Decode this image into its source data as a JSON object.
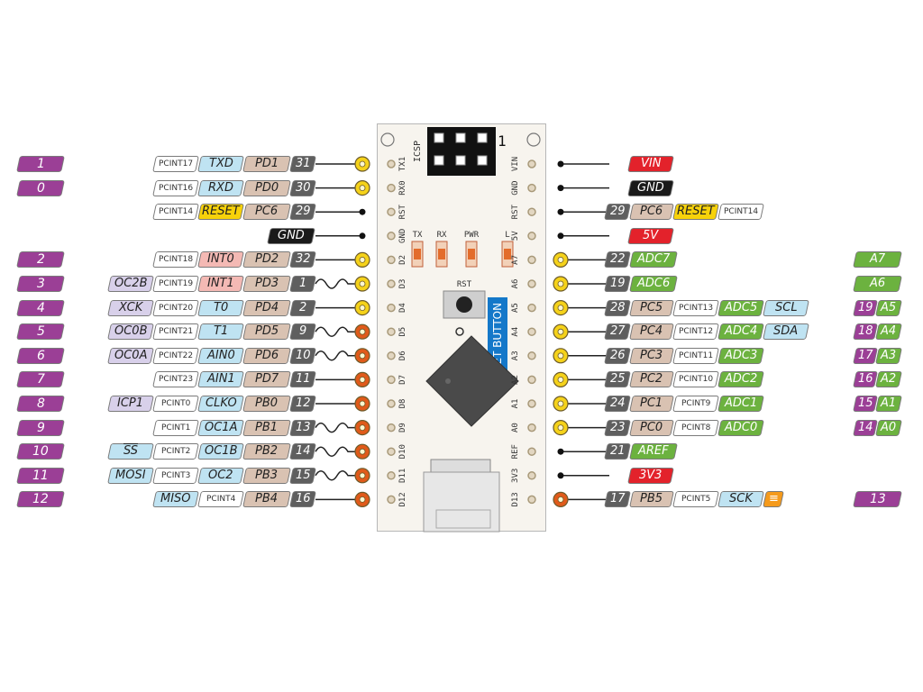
{
  "icsp": {
    "label": "ICSP",
    "pin1": "1"
  },
  "board": {
    "led_labels": [
      "TX",
      "RX",
      "PWR",
      "L"
    ],
    "rst_label": "RST",
    "reset_button_label": "RESET BUTTON",
    "left_pin_labels": [
      "TX1",
      "RX0",
      "RST",
      "GND",
      "D2",
      "D3",
      "D4",
      "D5",
      "D6",
      "D7",
      "D8",
      "D9",
      "D10",
      "D11",
      "D12"
    ],
    "right_pin_labels": [
      "VIN",
      "GND",
      "RST",
      "5V",
      "A7",
      "A6",
      "A5",
      "A4",
      "A3",
      "A2",
      "A1",
      "A0",
      "REF",
      "3V3",
      "D13"
    ]
  },
  "colors": {
    "purple": "#9b3f96",
    "pcint_bg": "#ffffff",
    "blue": "#bfe3f2",
    "pink": "#f4b9b4",
    "tan": "#d9c2b2",
    "gray": "#5f5f5f",
    "yellow": "#f7d20a",
    "red": "#e3222b",
    "black": "#1a1a1a",
    "green": "#6cb23f",
    "lavender": "#d8d0ea",
    "orange": "#f59a1b",
    "pin_yellow": "#f5d21a",
    "pin_orange": "#e05a1a",
    "trace": "#222222"
  },
  "left_rows": [
    {
      "digital": "1",
      "pcint": "PCINT17",
      "func": [
        "TXD"
      ],
      "port": "PD1",
      "phys": "31",
      "pin": "yellow",
      "pwm": false
    },
    {
      "digital": "0",
      "pcint": "PCINT16",
      "func": [
        "RXD"
      ],
      "port": "PD0",
      "phys": "30",
      "pin": "yellow",
      "pwm": false
    },
    {
      "digital": "",
      "pcint": "PCINT14",
      "func": [
        "RESET"
      ],
      "port": "PC6",
      "phys": "29",
      "pin": "dot",
      "pwm": false
    },
    {
      "digital": "",
      "pcint": "",
      "func": [],
      "port": "",
      "phys": "",
      "power": "GND",
      "pin": "dot",
      "pwm": false
    },
    {
      "digital": "2",
      "pcint": "PCINT18",
      "func": [
        "INT0"
      ],
      "port": "PD2",
      "phys": "32",
      "pin": "yellow",
      "pwm": false
    },
    {
      "digital": "3",
      "pcint": "PCINT19",
      "func": [
        "OC2B",
        "INT1"
      ],
      "port": "PD3",
      "phys": "1",
      "pin": "yellow",
      "pwm": true
    },
    {
      "digital": "4",
      "pcint": "PCINT20",
      "func": [
        "XCK",
        "T0"
      ],
      "port": "PD4",
      "phys": "2",
      "pin": "yellow",
      "pwm": false
    },
    {
      "digital": "5",
      "pcint": "PCINT21",
      "func": [
        "OC0B",
        "T1"
      ],
      "port": "PD5",
      "phys": "9",
      "pin": "orange",
      "pwm": true
    },
    {
      "digital": "6",
      "pcint": "PCINT22",
      "func": [
        "OC0A",
        "AIN0"
      ],
      "port": "PD6",
      "phys": "10",
      "pin": "orange",
      "pwm": true
    },
    {
      "digital": "7",
      "pcint": "PCINT23",
      "func": [
        "AIN1"
      ],
      "port": "PD7",
      "phys": "11",
      "pin": "orange",
      "pwm": false
    },
    {
      "digital": "8",
      "pcint": "PCINT0",
      "func": [
        "ICP1",
        "CLKO"
      ],
      "port": "PB0",
      "phys": "12",
      "pin": "orange",
      "pwm": false
    },
    {
      "digital": "9",
      "pcint": "PCINT1",
      "func": [
        "OC1A"
      ],
      "port": "PB1",
      "phys": "13",
      "pin": "orange",
      "pwm": true
    },
    {
      "digital": "10",
      "pcint": "PCINT2",
      "func": [
        "SS",
        "OC1B"
      ],
      "port": "PB2",
      "phys": "14",
      "pin": "orange",
      "pwm": true
    },
    {
      "digital": "11",
      "pcint": "PCINT3",
      "func": [
        "MOSI",
        "OC2"
      ],
      "port": "PB3",
      "phys": "15",
      "pin": "orange",
      "pwm": true
    },
    {
      "digital": "12",
      "pcint": "PCINT4",
      "func": [
        "MISO"
      ],
      "port": "PB4",
      "phys": "16",
      "pin": "orange",
      "pwm": false
    }
  ],
  "right_rows": [
    {
      "power": "VIN",
      "powercolor": "red",
      "pin": "dot"
    },
    {
      "power": "GND",
      "powercolor": "black",
      "pin": "dot"
    },
    {
      "phys": "29",
      "port": "PC6",
      "func": [
        "RESET"
      ],
      "pcint": "PCINT14",
      "pin": "dot"
    },
    {
      "power": "5V",
      "powercolor": "red",
      "pin": "dot"
    },
    {
      "phys": "22",
      "adc": "ADC7",
      "analog": "A7",
      "pin": "yellow"
    },
    {
      "phys": "19",
      "adc": "ADC6",
      "analog": "A6",
      "pin": "yellow"
    },
    {
      "phys": "28",
      "port": "PC5",
      "pcint": "PCINT13",
      "adc": "ADC5",
      "extra": "SCL",
      "digital": "19",
      "analog": "A5",
      "pin": "yellow"
    },
    {
      "phys": "27",
      "port": "PC4",
      "pcint": "PCINT12",
      "adc": "ADC4",
      "extra": "SDA",
      "digital": "18",
      "analog": "A4",
      "pin": "yellow"
    },
    {
      "phys": "26",
      "port": "PC3",
      "pcint": "PCINT11",
      "adc": "ADC3",
      "digital": "17",
      "analog": "A3",
      "pin": "yellow"
    },
    {
      "phys": "25",
      "port": "PC2",
      "pcint": "PCINT10",
      "adc": "ADC2",
      "digital": "16",
      "analog": "A2",
      "pin": "yellow"
    },
    {
      "phys": "24",
      "port": "PC1",
      "pcint": "PCINT9",
      "adc": "ADC1",
      "digital": "15",
      "analog": "A1",
      "pin": "yellow"
    },
    {
      "phys": "23",
      "port": "PC0",
      "pcint": "PCINT8",
      "adc": "ADC0",
      "digital": "14",
      "analog": "A0",
      "pin": "yellow"
    },
    {
      "phys": "21",
      "adc": "AREF",
      "pin": "dot"
    },
    {
      "power": "3V3",
      "powercolor": "red",
      "pin": "dot"
    },
    {
      "phys": "17",
      "port": "PB5",
      "pcint": "PCINT5",
      "extra": "SCK",
      "led": true,
      "digital": "13",
      "pin": "orange"
    }
  ]
}
